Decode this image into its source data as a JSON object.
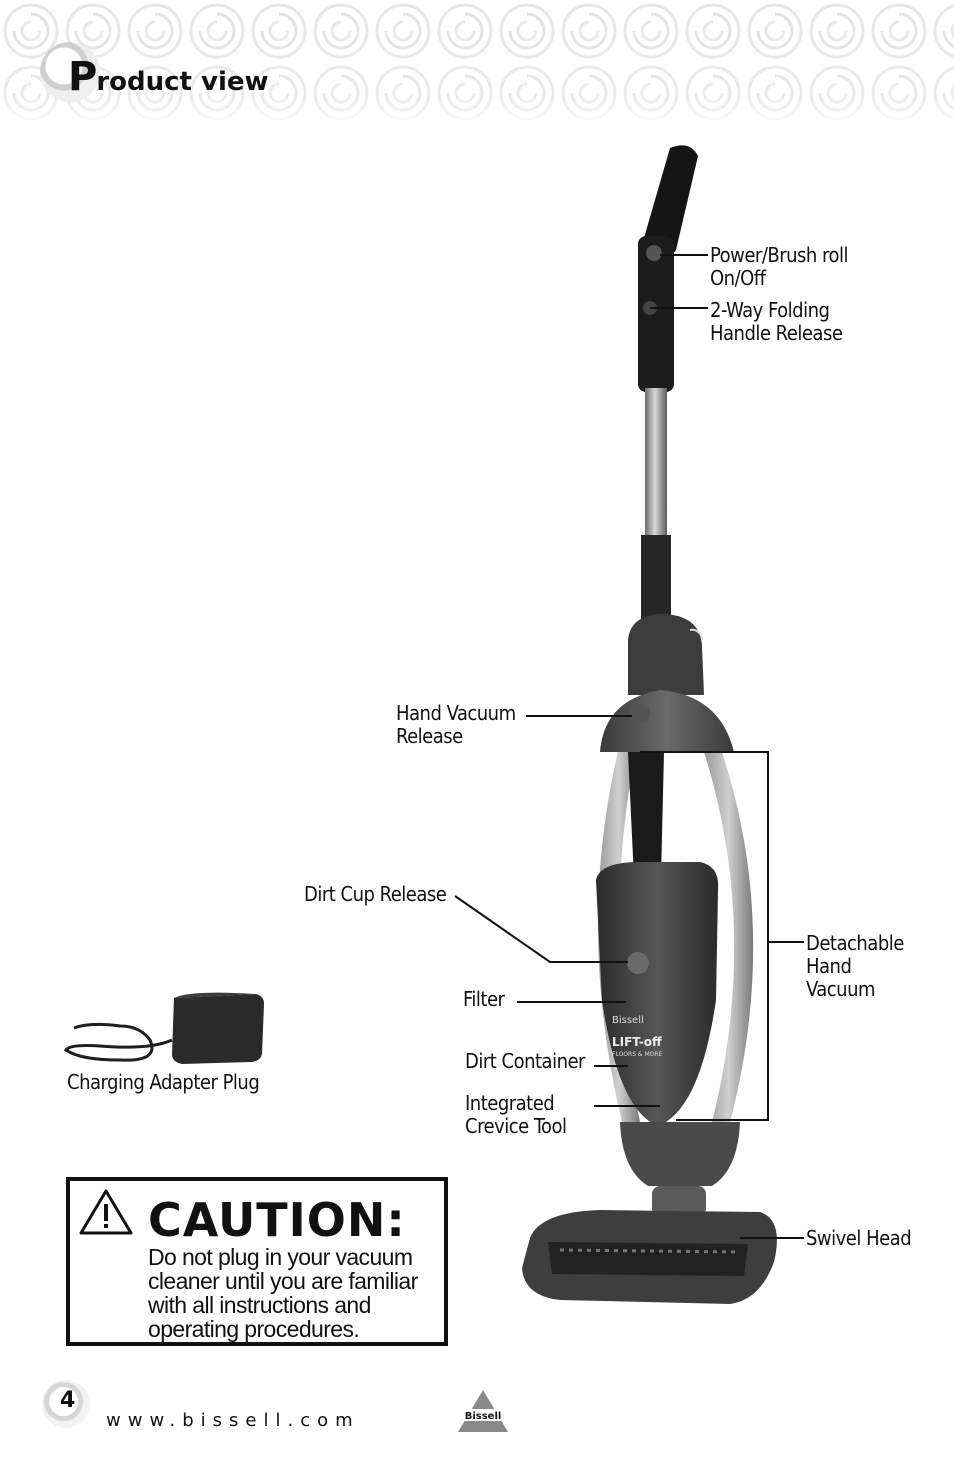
{
  "header": {
    "title_cap": "P",
    "title_rest": "roduct view"
  },
  "labels": {
    "power": "Power/Brush roll\nOn/Off",
    "folding": "2-Way Folding\nHandle Release",
    "hand_release": "Hand Vacuum\nRelease",
    "dirt_cup": "Dirt Cup Release",
    "filter": "Filter",
    "detachable": "Detachable\nHand\nVacuum",
    "charging": "Charging Adapter Plug",
    "dirt_container": "Dirt Container",
    "crevice": "Integrated\nCrevice Tool",
    "swivel": "Swivel Head"
  },
  "product_markings": {
    "brand": "Bissell",
    "model": "LIFT-off",
    "model_sub": "FLOORS & MORE"
  },
  "caution": {
    "title": "CAUTION:",
    "text": "Do not plug in your vacuum cleaner until you are familiar with all instructions and operating procedures."
  },
  "footer": {
    "page": "4",
    "url": "www.bissell.com",
    "logo": "Bissell"
  },
  "colors": {
    "ink": "#111111",
    "swirl": "#e9e9e9",
    "body_gray": "#5a5a5a",
    "dark": "#1a1a1a"
  }
}
